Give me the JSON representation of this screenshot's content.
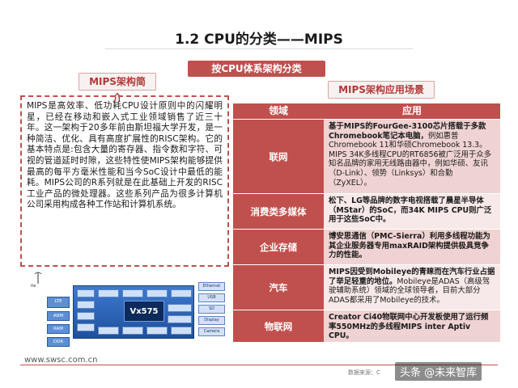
{
  "page": {
    "title": "1.2 CPU的分类——MIPS",
    "banner": "按CPU体系架构分类"
  },
  "intro": {
    "tag": "MIPS架构简介",
    "text": "MIPS是高效率、低功耗CPU设计原则中的闪耀明星，已经在移动和嵌入式工业领域销售了近三十年。这一架构于20多年前由斯坦福大学开发，是一种简洁、优化、具有高度扩展性的RISC架构。它的基本特点是:包含大量的寄存器、指令数和字符、可视的管道延时时隙，这些特性使MIPS架构能够提供最高的每平方毫米性能和当今SoC设计中最低的能耗。MIPS公司的R系列就是在此基础上开发的RISC工业产品的微处理器。这些系列产品为很多计算机公司采用构成各种工作站和计算机系统。"
  },
  "diagram": {
    "core_label": "Vx575",
    "logo_text": "ite",
    "left_blocks": [
      "LTE",
      "ARM",
      "RAM",
      "DDR"
    ],
    "right_blocks": [
      "Ethernet",
      "USB",
      "SD",
      "Display",
      "Camera"
    ]
  },
  "apps": {
    "tag": "MIPS架构应用场景",
    "headers": [
      "领域",
      "应用"
    ],
    "rows": [
      {
        "field": "联网",
        "text_bold": "基于MIPS的FourGee-3100芯片搭载于多款Chromebook笔记本电脑，",
        "text": "例如惠普Chromebook 11和华硕Chromebook 13.3。MIPS 34K多线程CPU的RT6856被广泛用于众多知名品牌的家用无线路由器中，例如华硕、友讯（D-Link）、领势（Linksys）和合勤（ZyXEL）。"
      },
      {
        "field": "消费类多媒体",
        "text_bold": "",
        "text": "松下、LG等品牌的数字电视搭载了晨星半导体（MStar）的SoC，而34K MIPS CPU则广泛用于这些SoC中。"
      },
      {
        "field": "企业存储",
        "text_bold": "博安思通信（PMC-Sierra）利用多线程功能为其企业服务器专用maxRAID架构提供极具竞争力的性能。",
        "text": ""
      },
      {
        "field": "汽车",
        "text_bold": "MIPS因受到Mobileye的青睐而在汽车行业占据了举足轻重的地位。",
        "text": "Mobileye是ADAS（高级驾驶辅助系统）领域的全球领导者，目前大部分ADAS都采用了Mobileye的技术。"
      },
      {
        "field": "物联网",
        "text_bold": "",
        "text": "Creator Ci40物联网中心开发板使用了运行频率550MHz的多线程MIPS inter Aptiv CPU。"
      }
    ]
  },
  "footer": {
    "site": "www.swsc.com.cn",
    "source": "数据来源：C",
    "watermark": "头条 @未来智库"
  },
  "colors": {
    "accent": "#c0504d",
    "row_odd": "#efd3d2",
    "row_even": "#f7e9e9"
  }
}
